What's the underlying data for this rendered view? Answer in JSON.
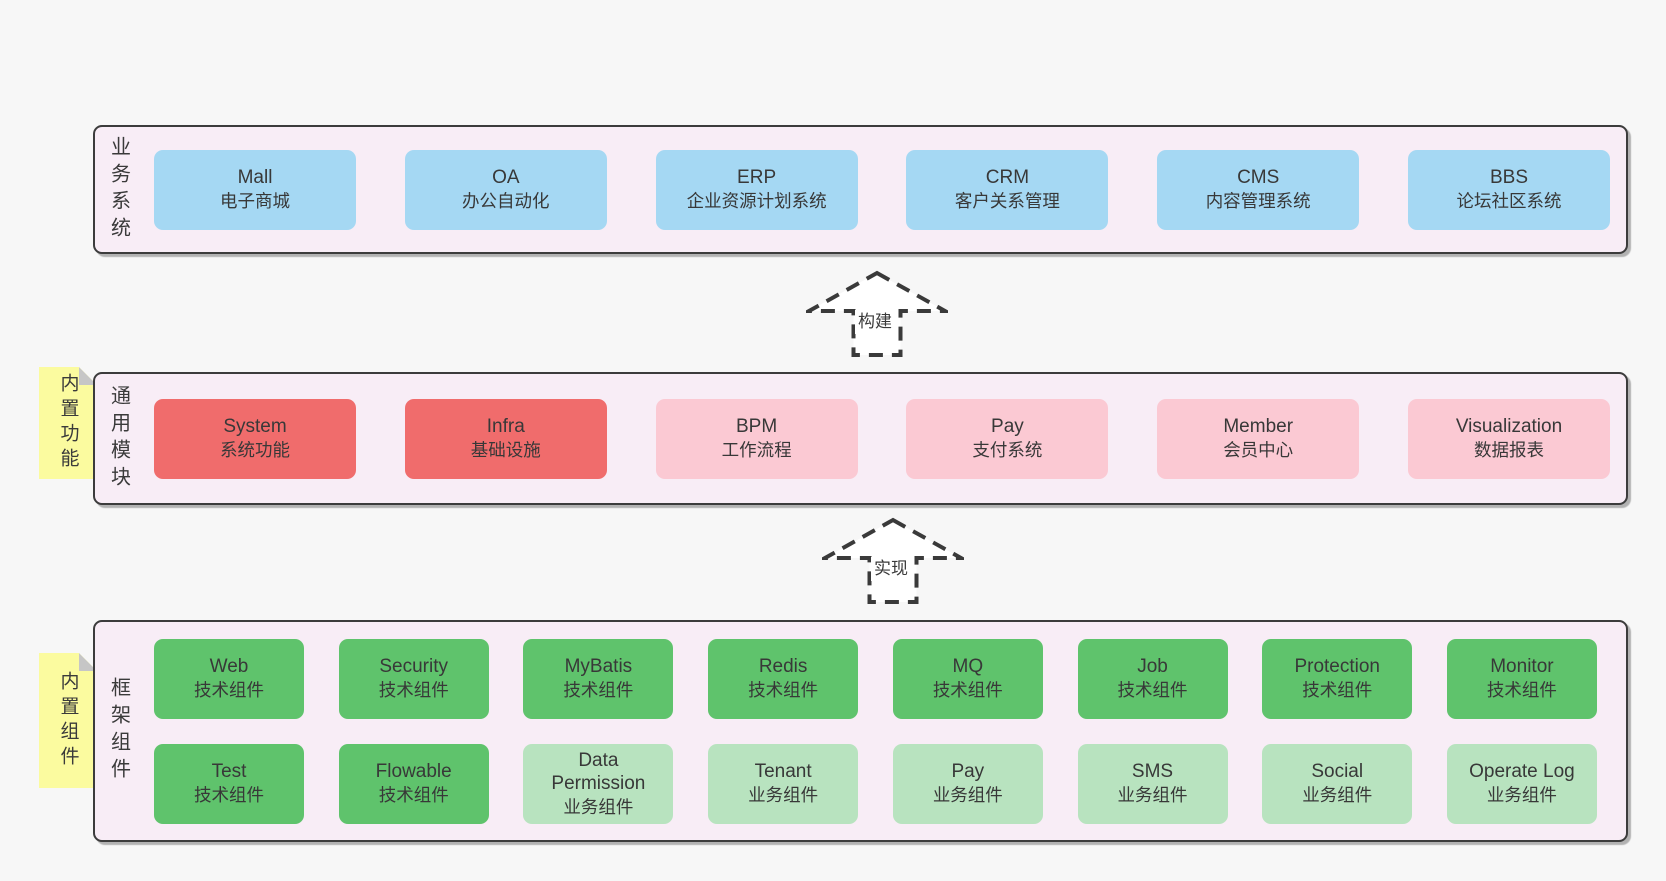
{
  "palette": {
    "page_bg": "#f7f7f7",
    "layer_bg": "#f8edf6",
    "layer_border": "#3c3c3c",
    "blue_box": "#a5d8f3",
    "red_box": "#f06c6c",
    "pink_box": "#fbc9d3",
    "green_box": "#5fc36c",
    "light_green_box": "#b8e3bf",
    "note_yellow": "#fbfb9f",
    "note_fold_gray": "#c6c6c6",
    "text": "#3a3a3a"
  },
  "diagram": {
    "layers": [
      {
        "label": "业务系统",
        "rows": [
          [
            {
              "title": "Mall",
              "subtitle": "电子商城"
            },
            {
              "title": "OA",
              "subtitle": "办公自动化"
            },
            {
              "title": "ERP",
              "subtitle": "企业资源计划系统"
            },
            {
              "title": "CRM",
              "subtitle": "客户关系管理"
            },
            {
              "title": "CMS",
              "subtitle": "内容管理系统"
            },
            {
              "title": "BBS",
              "subtitle": "论坛社区系统"
            }
          ]
        ]
      },
      {
        "label": "通用模块",
        "note": "内置功能",
        "rows": [
          [
            {
              "title": "System",
              "subtitle": "系统功能"
            },
            {
              "title": "Infra",
              "subtitle": "基础设施"
            },
            {
              "title": "BPM",
              "subtitle": "工作流程"
            },
            {
              "title": "Pay",
              "subtitle": "支付系统"
            },
            {
              "title": "Member",
              "subtitle": "会员中心"
            },
            {
              "title": "Visualization",
              "subtitle": "数据报表"
            }
          ]
        ]
      },
      {
        "label": "框架组件",
        "note": "内置组件",
        "rows": [
          [
            {
              "title": "Web",
              "subtitle": "技术组件"
            },
            {
              "title": "Security",
              "subtitle": "技术组件"
            },
            {
              "title": "MyBatis",
              "subtitle": "技术组件"
            },
            {
              "title": "Redis",
              "subtitle": "技术组件"
            },
            {
              "title": "MQ",
              "subtitle": "技术组件"
            },
            {
              "title": "Job",
              "subtitle": "技术组件"
            },
            {
              "title": "Protection",
              "subtitle": "技术组件"
            },
            {
              "title": "Monitor",
              "subtitle": "技术组件"
            }
          ],
          [
            {
              "title": "Test",
              "subtitle": "技术组件"
            },
            {
              "title": "Flowable",
              "subtitle": "技术组件"
            },
            {
              "title": "Data Permission",
              "subtitle": "业务组件"
            },
            {
              "title": "Tenant",
              "subtitle": "业务组件"
            },
            {
              "title": "Pay",
              "subtitle": "业务组件"
            },
            {
              "title": "SMS",
              "subtitle": "业务组件"
            },
            {
              "title": "Social",
              "subtitle": "业务组件"
            },
            {
              "title": "Operate Log",
              "subtitle": "业务组件"
            }
          ]
        ]
      }
    ],
    "arrows": [
      {
        "label": "构建"
      },
      {
        "label": "实现"
      }
    ]
  }
}
